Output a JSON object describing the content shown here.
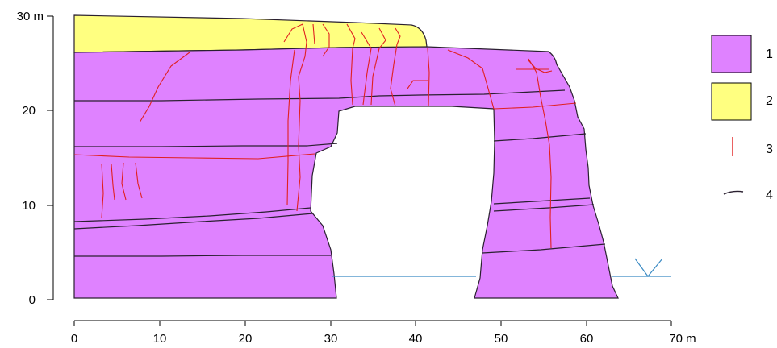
{
  "axes": {
    "x_ticks": [
      "0",
      "10",
      "20",
      "30",
      "40",
      "50",
      "60",
      "70 m"
    ],
    "y_ticks": [
      "0",
      "10",
      "20",
      "30 m"
    ]
  },
  "legend": [
    {
      "key": "1",
      "color": "#df82ff"
    },
    {
      "key": "2",
      "color": "#ffff80"
    },
    {
      "key": "3",
      "color": "#e02020"
    },
    {
      "key": "4",
      "color": "#2a2030"
    }
  ],
  "water_level_color": "#3b8bc4"
}
